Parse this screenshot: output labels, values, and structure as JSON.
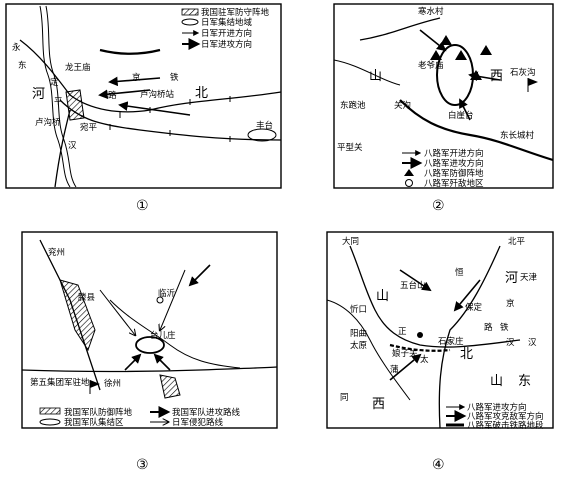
{
  "maps": [
    {
      "caption": "①",
      "legend": [
        "我国驻军防守阵地",
        "日军集结地域",
        "日军开进方向",
        "日军进攻方向"
      ],
      "places": {
        "longwangmiao": "龙王庙",
        "luguoqiao": "卢沟桥",
        "wanping": "宛平",
        "luguoqiao_station": "卢沟桥站",
        "fengtai": "丰台",
        "he": "河",
        "bei": "北",
        "yongding": "定",
        "yong2": "永",
        "ping": "平",
        "tie": "铁",
        "jing": "京",
        "lu": "路",
        "han": "汉",
        "dong": "东"
      }
    },
    {
      "caption": "②",
      "legend": [
        "八路军开进方向",
        "八路军进攻方向",
        "八路军防御阵地",
        "八路军歼敌地区"
      ],
      "places": {
        "hanshuicun": "寒水村",
        "laoyemiao": "老爷庙",
        "shihuigou": "石灰沟",
        "dongpaodi": "东跑池",
        "guangou": "关沟",
        "baiyatai": "白崖台",
        "dongchangchengcun": "东长城村",
        "pingxingguan": "平型关",
        "shan": "山",
        "xi": "西"
      }
    },
    {
      "caption": "③",
      "legend": [
        "我国军队防御阵地",
        "我国军队集结区",
        "我国军队进攻路线",
        "日军侵犯路线"
      ],
      "places": {
        "yanzhou": "兖州",
        "tengxian": "滕县",
        "linyi": "临沂",
        "taierzhuang": "台儿庄",
        "fifth_war_zone": "第五集团军驻地",
        "xuzhou": "徐州"
      }
    },
    {
      "caption": "④",
      "legend": [
        "八路军进攻方向",
        "八路军攻克敌军方向",
        "八路军破击铁路地段"
      ],
      "places": {
        "datong": "大同",
        "beiping": "北平",
        "tianjin": "天津",
        "he": "河",
        "niangziguan_top": "恒",
        "wutaishan": "五台山",
        "xinzhou": "忻口",
        "yangqu": "阳曲",
        "taiyuan": "太原",
        "niangziguan": "娘子关",
        "baoding": "保定",
        "shijiazhuang": "石家庄",
        "shan_north": "山",
        "xi_north": "西",
        "bei": "北",
        "shan_east": "山",
        "dong": "东",
        "jing": "京",
        "han": "汉",
        "zheng": "正",
        "tai": "太",
        "tong": "同",
        "pu": "蒲",
        "tie": "铁",
        "lu": "路",
        "han2": "汉"
      }
    }
  ]
}
